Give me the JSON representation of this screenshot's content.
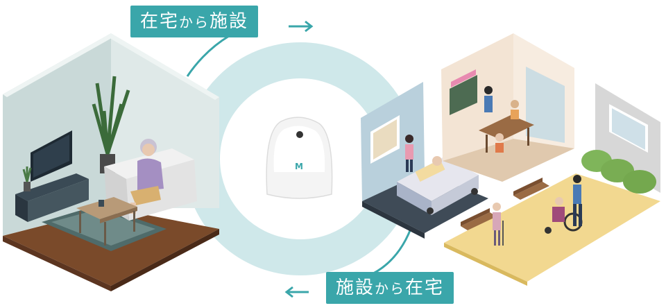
{
  "labels": {
    "home_to_facility": {
      "main_a": "在宅",
      "connector": "から",
      "main_b": "施設"
    },
    "facility_to_home": {
      "main_a": "施設",
      "connector": "から",
      "main_b": "在宅"
    }
  },
  "device": {
    "logo_glyph": "M",
    "logo_colors": [
      "#f2c94c",
      "#3aa6aa"
    ]
  },
  "colors": {
    "accent": "#3aa6aa",
    "ring": "#cfe8ea"
  }
}
